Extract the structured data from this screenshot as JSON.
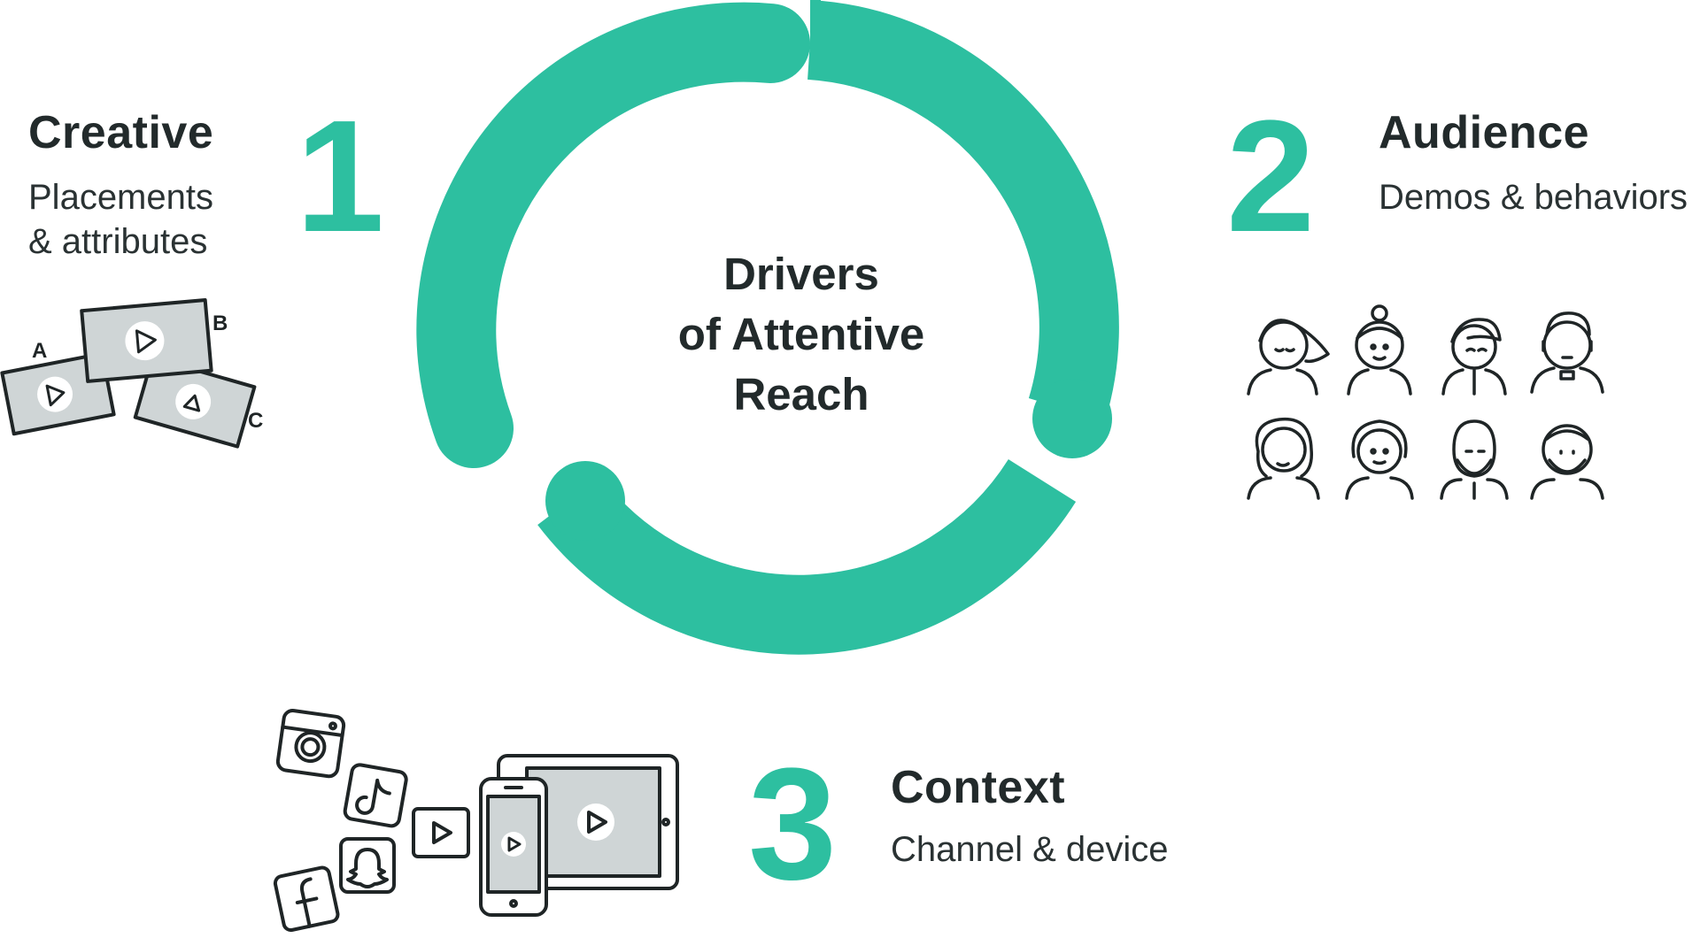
{
  "colors": {
    "accent": "#2dbfa0",
    "text": "#222a2b",
    "icon_stroke": "#1f2526",
    "icon_fill": "#cfd5d6"
  },
  "center": {
    "lines": [
      "Drivers",
      "of Attentive",
      "Reach"
    ]
  },
  "drivers": [
    {
      "number": "1",
      "title": "Creative",
      "subtitle_lines": [
        "Placements",
        "& attributes"
      ],
      "icon_labels": [
        "A",
        "B",
        "C"
      ]
    },
    {
      "number": "2",
      "title": "Audience",
      "subtitle_lines": [
        "Demos & behaviors"
      ],
      "icons": [
        "woman-long-hair-icon",
        "woman-bun-icon",
        "person-side-hair-icon",
        "man-headset-icon",
        "woman-curly-hair-icon",
        "older-woman-icon",
        "bald-bearded-man-icon",
        "bearded-man-icon"
      ]
    },
    {
      "number": "3",
      "title": "Context",
      "subtitle_lines": [
        "Channel & device"
      ],
      "icons": [
        "instagram-icon",
        "tiktok-icon",
        "snapchat-icon",
        "facebook-icon",
        "youtube-play-icon",
        "smartphone-icon",
        "tablet-icon"
      ]
    }
  ]
}
